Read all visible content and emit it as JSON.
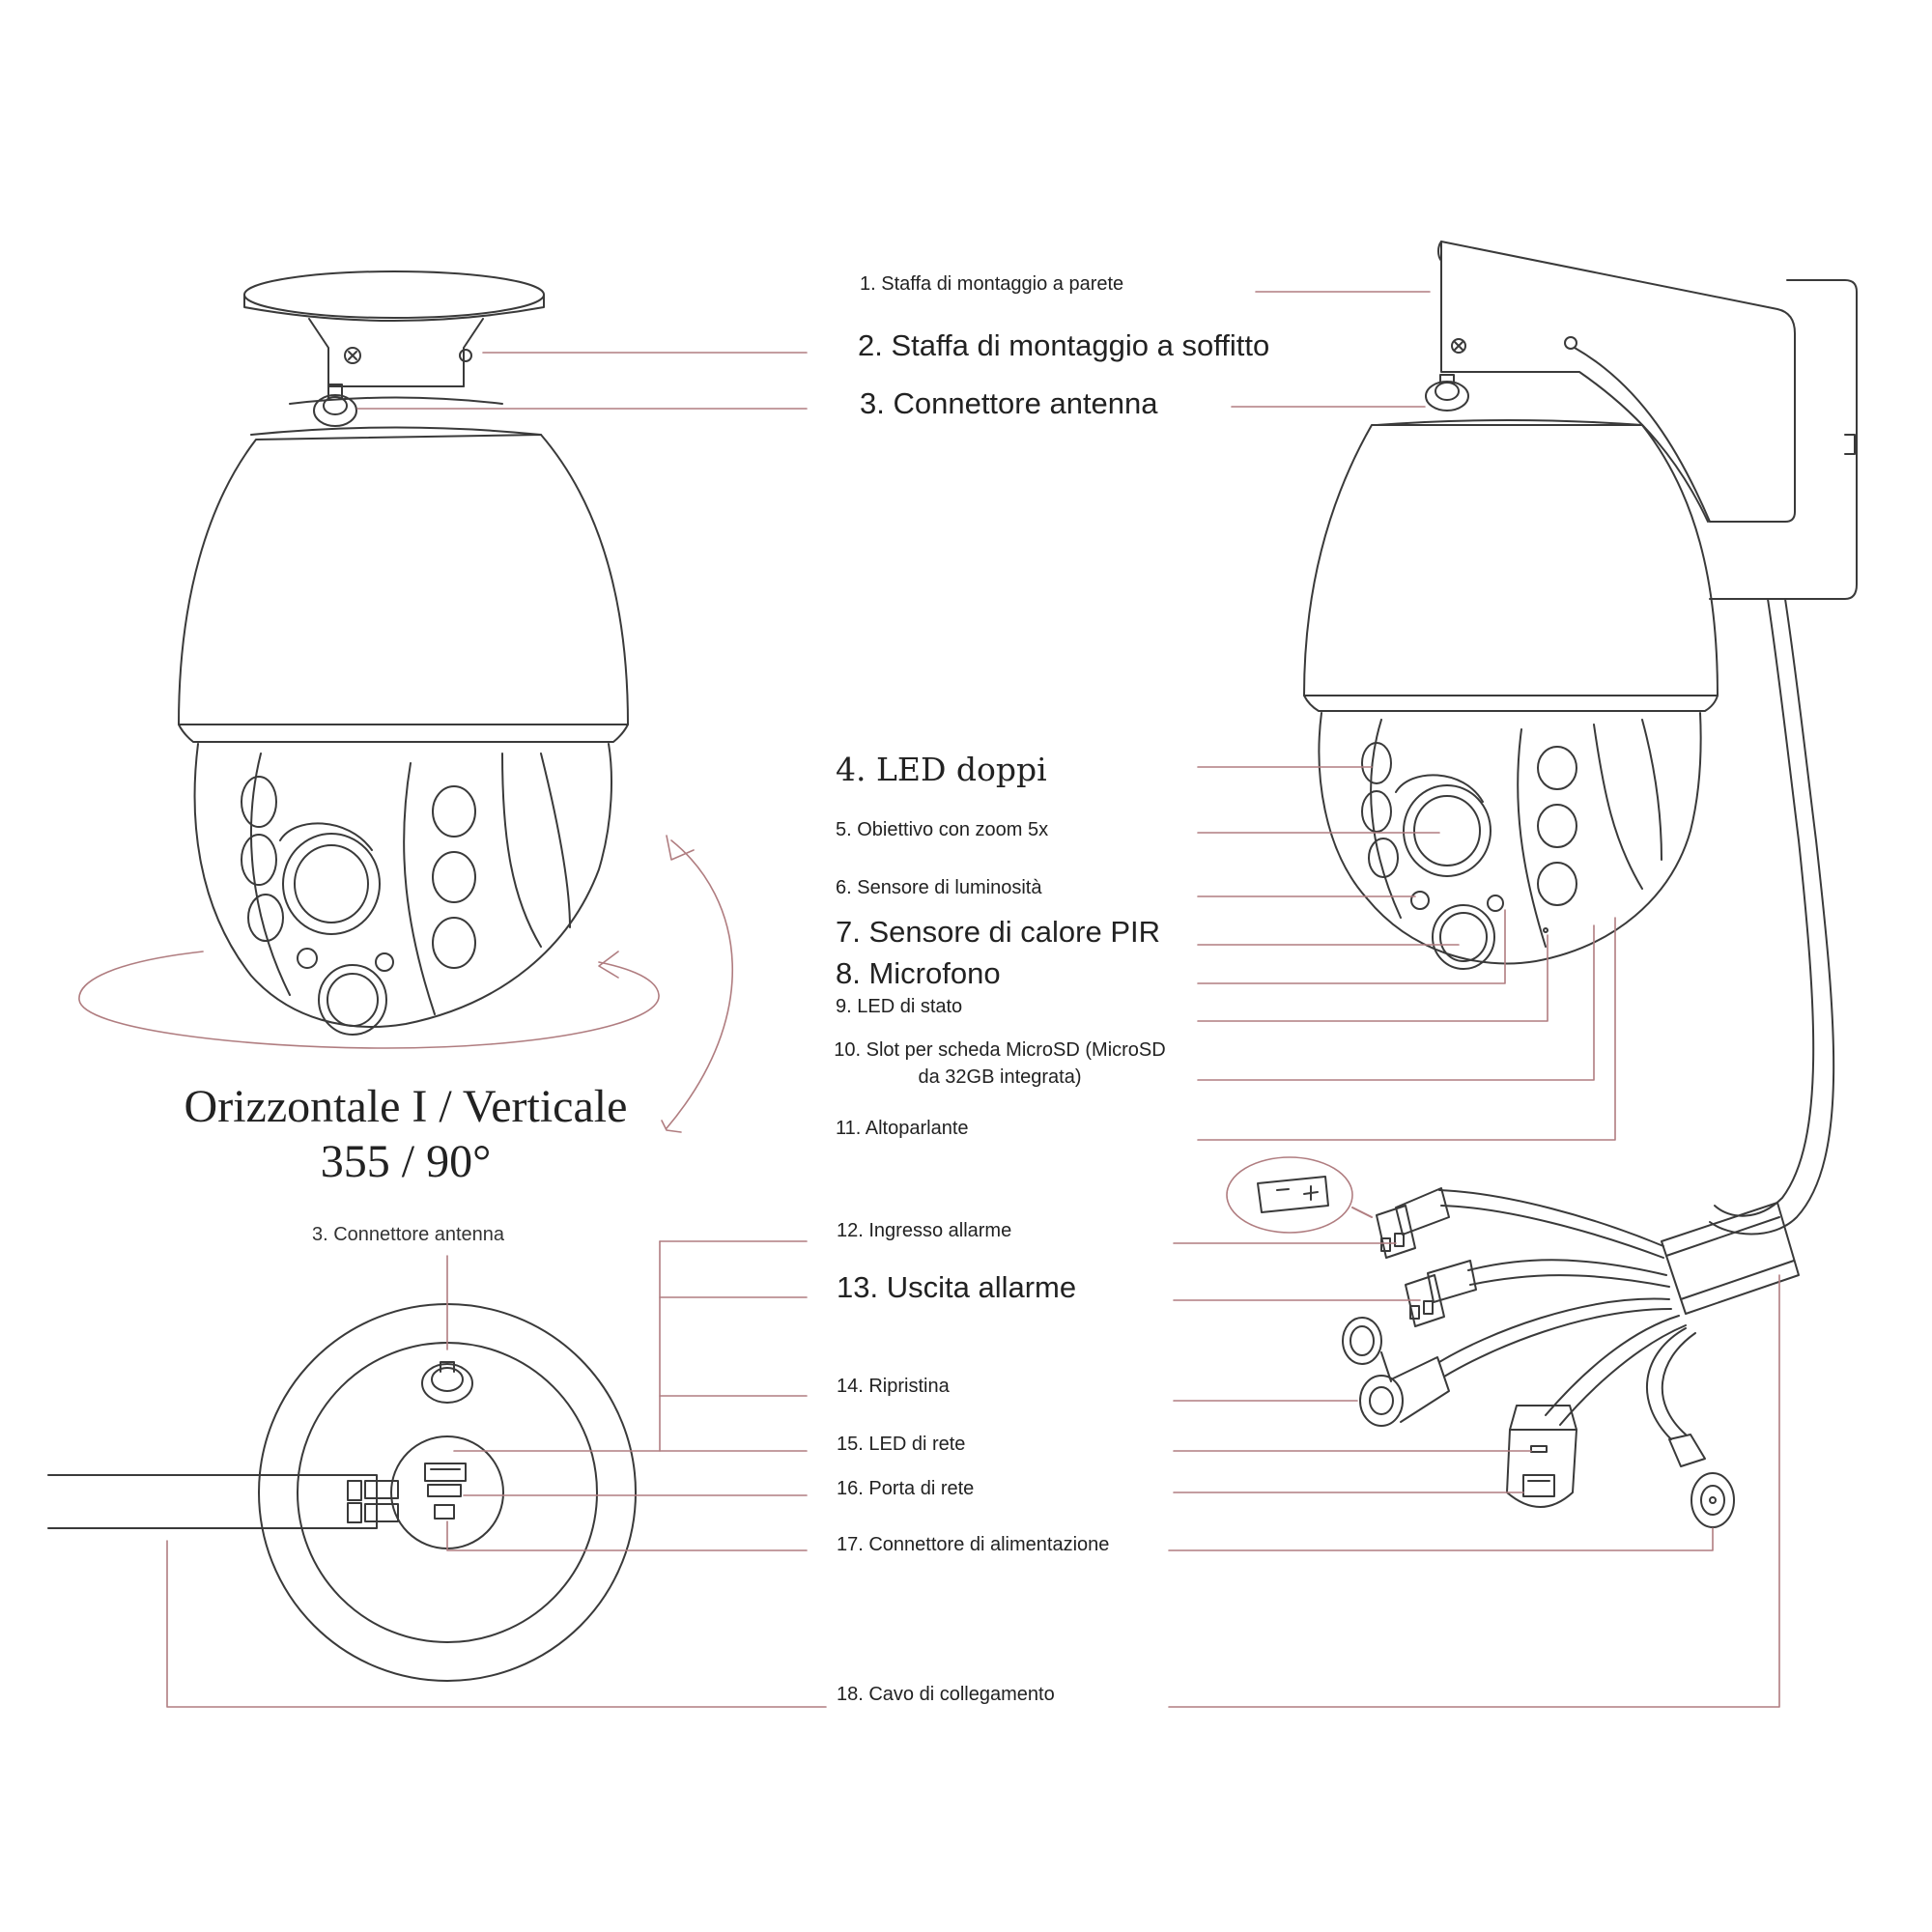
{
  "colors": {
    "ink": "#3a3a3a",
    "leader": "#b07d80",
    "background": "#ffffff"
  },
  "rotation": {
    "line1": "Orizzontale I / Verticale",
    "line2": "355 / 90°"
  },
  "bottom_view_label": "3. Connettore antenna",
  "labels": [
    {
      "id": "1",
      "text": "1. Staffa di montaggio a parete"
    },
    {
      "id": "2",
      "text": "2. Staffa di montaggio a soffitto"
    },
    {
      "id": "3",
      "text": "3. Connettore antenna"
    },
    {
      "id": "4",
      "text": "4. LED doppi"
    },
    {
      "id": "5",
      "text": "5. Obiettivo con zoom 5x"
    },
    {
      "id": "6",
      "text": "6. Sensore di luminosità"
    },
    {
      "id": "7",
      "text": "7. Sensore di calore PIR"
    },
    {
      "id": "8",
      "text": "8. Microfono"
    },
    {
      "id": "9",
      "text": "9. LED di stato"
    },
    {
      "id": "10",
      "text": "10. Slot per scheda MicroSD (MicroSD da 32GB integrata)"
    },
    {
      "id": "11",
      "text": "11. Altoparlante"
    },
    {
      "id": "12",
      "text": "12. Ingresso allarme"
    },
    {
      "id": "13",
      "text": "13. Uscita allarme"
    },
    {
      "id": "14",
      "text": "14. Ripristina"
    },
    {
      "id": "15",
      "text": "15. LED di rete"
    },
    {
      "id": "16",
      "text": "16. Porta di rete"
    },
    {
      "id": "17",
      "text": "17. Connettore di alimentazione"
    },
    {
      "id": "18",
      "text": "18. Cavo di collegamento"
    }
  ]
}
